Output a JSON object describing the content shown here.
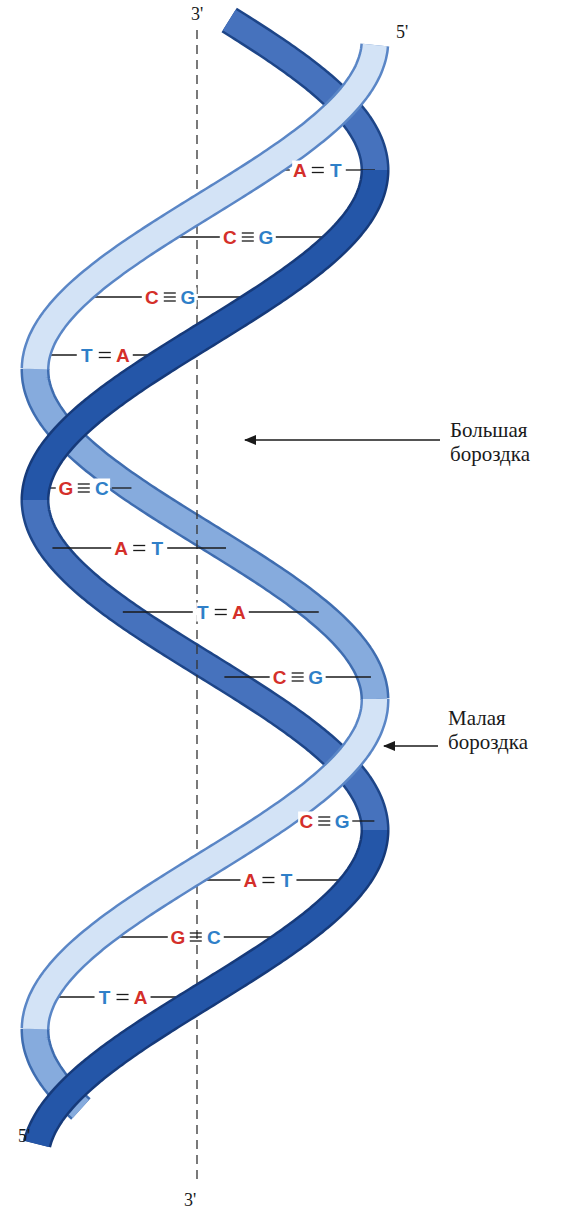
{
  "diagram": {
    "labels": [
      "3'",
      "5'",
      "A",
      "T",
      "C",
      "G",
      "C",
      "G",
      "T",
      "A",
      "Большая бороздка",
      "G",
      "C",
      "A",
      "T",
      "T",
      "A",
      "C",
      "G",
      "Малая бороздка",
      "C",
      "G",
      "A",
      "T",
      "G",
      "C",
      "T",
      "A",
      "5'",
      "3'"
    ]
  }
}
